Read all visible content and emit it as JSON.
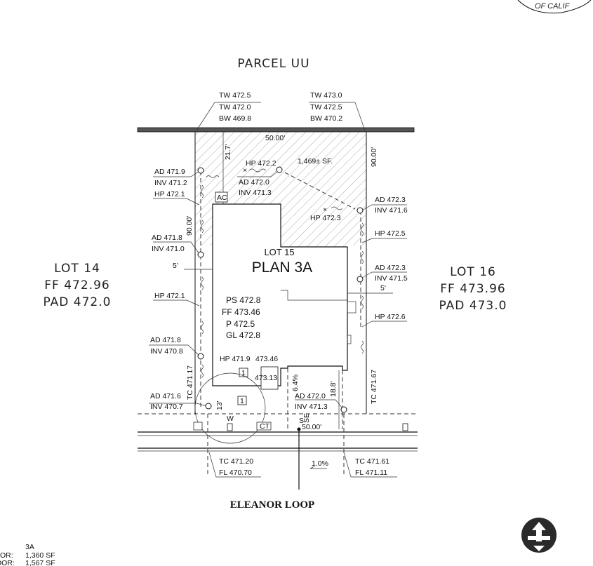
{
  "parcel": "PARCEL UU",
  "lot": {
    "number": "LOT 15",
    "plan": "PLAN 3A",
    "area": "1,469± SF.",
    "elevations": [
      "PS 472.8",
      "FF 473.46",
      "P 472.5",
      "GL 472.8"
    ]
  },
  "neighbors": {
    "left": [
      "LOT 14",
      "FF 472.96",
      "PAD 472.0"
    ],
    "right": [
      "LOT 16",
      "FF 473.96",
      "PAD 473.0"
    ]
  },
  "walls": {
    "left": [
      "TW 472.5",
      "TW 472.0",
      "BW 469.8"
    ],
    "right": [
      "TW 473.0",
      "TW 472.5",
      "BW 470.2"
    ]
  },
  "dimensions": {
    "top_width": "50.00'",
    "bottom_width": "50.00'",
    "left_depth": "90.00'",
    "right_depth": "90.00'",
    "rear_setback": "21.7'",
    "left_setback": "5'",
    "right_setback": "5'",
    "front_setback": "18.8'",
    "driveway_slope": "6.4%",
    "front_left": "13'",
    "curb_left": "TC 471.17",
    "curb_right": "TC 471.67",
    "street_slope": "1.0%"
  },
  "drains_left": [
    [
      "AD 471.9",
      "INV 471.2"
    ],
    [
      "HP 472.1"
    ],
    [
      "AD 471.8",
      "INV 471.0"
    ],
    [
      "HP 472.1"
    ],
    [
      "AD 471.8",
      "INV 470.8"
    ],
    [
      "AD 471.6",
      "INV 470.7"
    ]
  ],
  "drains_right": [
    [
      "AD 472.3",
      "INV 471.6"
    ],
    [
      "HP 472.5"
    ],
    [
      "AD 472.3",
      "INV 471.5"
    ],
    [
      "HP 472.6"
    ]
  ],
  "drains_rear": [
    [
      "HP 472.2"
    ],
    [
      "AD 472.0",
      "INV 471.3"
    ],
    [
      "HP 472.3"
    ]
  ],
  "front_points": {
    "hp_front": "HP 471.9",
    "ff_front": "473.46",
    "porch": "473.13",
    "drain_front": [
      "AD 472.0",
      "INV 471.3"
    ]
  },
  "tags": {
    "ac": "AC",
    "note_1": "1",
    "note_2": "1",
    "water": "W",
    "sewer": "S",
    "ct": "CT",
    "sewer_easement": "SE"
  },
  "street": {
    "name": "ELEANOR LOOP",
    "left_curb": [
      "TC 471.20",
      "FL 470.70"
    ],
    "right_curb": [
      "TC 471.61",
      "FL 471.11"
    ]
  },
  "footer_table": {
    "plan": "3A",
    "rows": [
      [
        "OR:",
        "1,360 SF"
      ],
      [
        "OOR:",
        "1,567 SF"
      ]
    ]
  },
  "seal_text": "OF CALIF",
  "colors": {
    "ink": "#111111",
    "hatch": "#888888",
    "wall": "#555555"
  }
}
